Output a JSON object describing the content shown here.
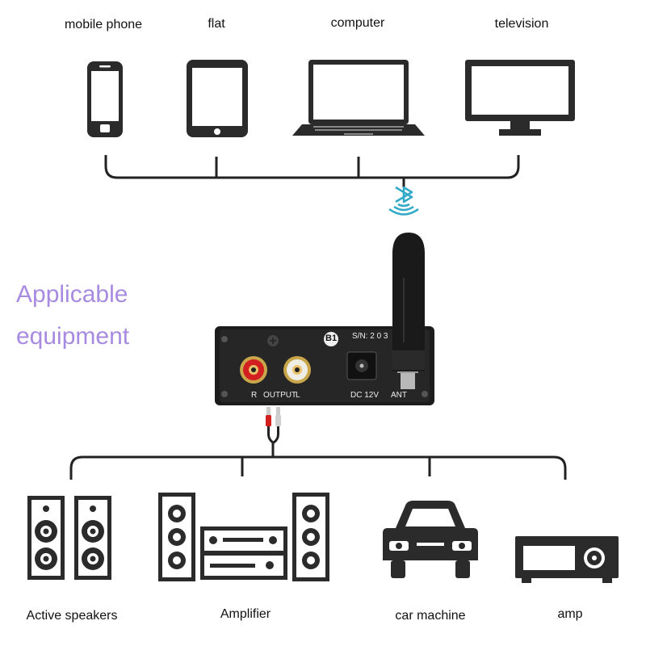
{
  "top_devices": [
    {
      "label": "mobile phone",
      "icon": "mobile-phone-icon"
    },
    {
      "label": "flat",
      "icon": "tablet-icon"
    },
    {
      "label": "computer",
      "icon": "laptop-icon"
    },
    {
      "label": "television",
      "icon": "television-icon"
    }
  ],
  "heading": {
    "line1": "Applicable",
    "line2": "equipment",
    "color": "#a78be0"
  },
  "receiver": {
    "badge": "B1",
    "serial": "S/N: 2 0 3",
    "output_r": "R",
    "output_label": "OUTPUT",
    "output_l": "L",
    "dc_label": "DC 12V",
    "ant_label": "ANT"
  },
  "bottom_devices": [
    {
      "label": "Active speakers",
      "icon": "speakers-icon"
    },
    {
      "label": "Amplifier",
      "icon": "amplifier-icon"
    },
    {
      "label": "car machine",
      "icon": "car-icon"
    },
    {
      "label": "amp",
      "icon": "amp-icon"
    }
  ],
  "colors": {
    "bluetooth": "#30a8c8",
    "rca_red": "#d21f1f",
    "rca_white": "#e8e8e0",
    "line": "#222222"
  }
}
